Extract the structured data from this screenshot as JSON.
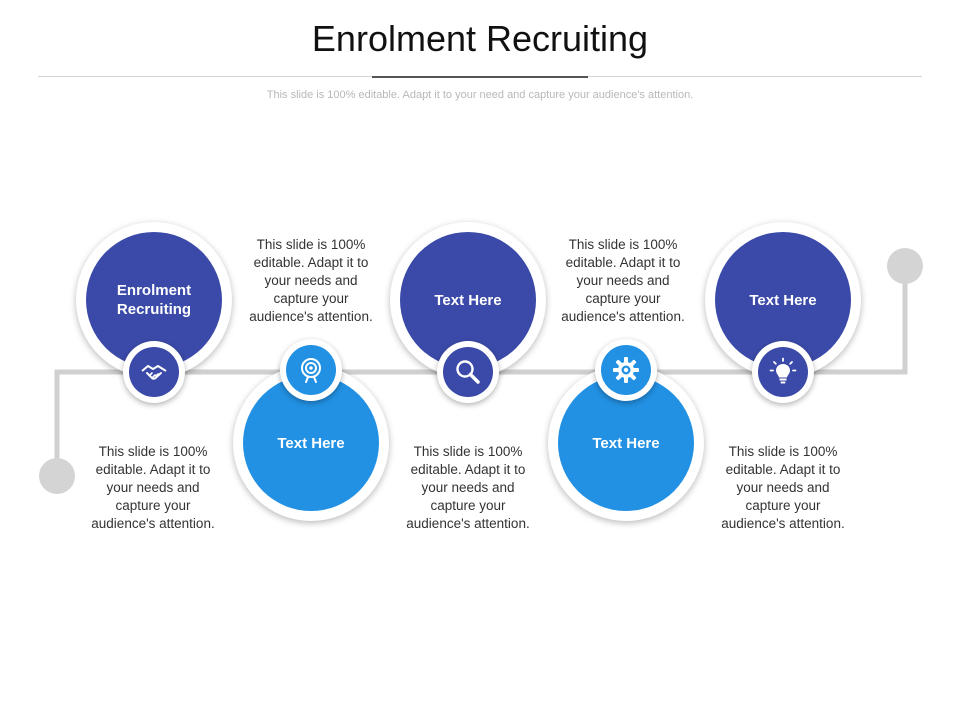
{
  "header": {
    "title": "Enrolment Recruiting",
    "subtitle": "This slide is 100% editable. Adapt it to your need and capture your audience's attention."
  },
  "steps": [
    {
      "label": "Enrolment Recruiting",
      "color": "#3b4aa8",
      "icon": "handshake-icon",
      "description": "This slide is 100% editable. Adapt it to your needs and capture your audience's attention."
    },
    {
      "label": "Text Here",
      "color": "#2291e3",
      "icon": "target-icon",
      "description": "This slide is 100% editable. Adapt it to your needs and capture your audience's attention."
    },
    {
      "label": "Text Here",
      "color": "#3b4aa8",
      "icon": "magnifier-icon",
      "description": "This slide is 100% editable. Adapt it to your needs and capture your audience's attention."
    },
    {
      "label": "Text Here",
      "color": "#2291e3",
      "icon": "gear-icon",
      "description": "This slide is 100% editable. Adapt it to your needs and capture your audience's attention."
    },
    {
      "label": "Text Here",
      "color": "#3b4aa8",
      "icon": "lightbulb-icon",
      "description": "This slide is 100% editable. Adapt it to your needs and capture your audience's attention."
    }
  ],
  "colors": {
    "dark_blue": "#3b4aa8",
    "light_blue": "#2291e3",
    "connector_grey": "#d0d0d0"
  }
}
